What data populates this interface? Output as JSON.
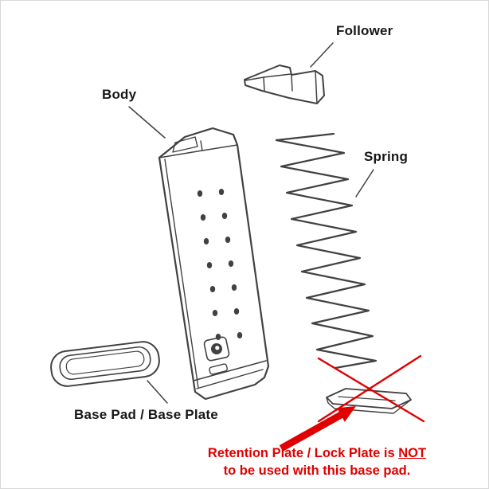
{
  "labels": {
    "follower": "Follower",
    "body": "Body",
    "spring": "Spring",
    "base_pad": "Base Pad / Base Plate"
  },
  "warning": {
    "line1_prefix": "Retention Plate / Lock Plate is ",
    "line1_emphasis": "NOT",
    "line2": "to be used with this base pad."
  },
  "colors": {
    "page_bg": "#ffffff",
    "line_art": "#414141",
    "label_text": "#171717",
    "warning_red": "#e00000"
  }
}
